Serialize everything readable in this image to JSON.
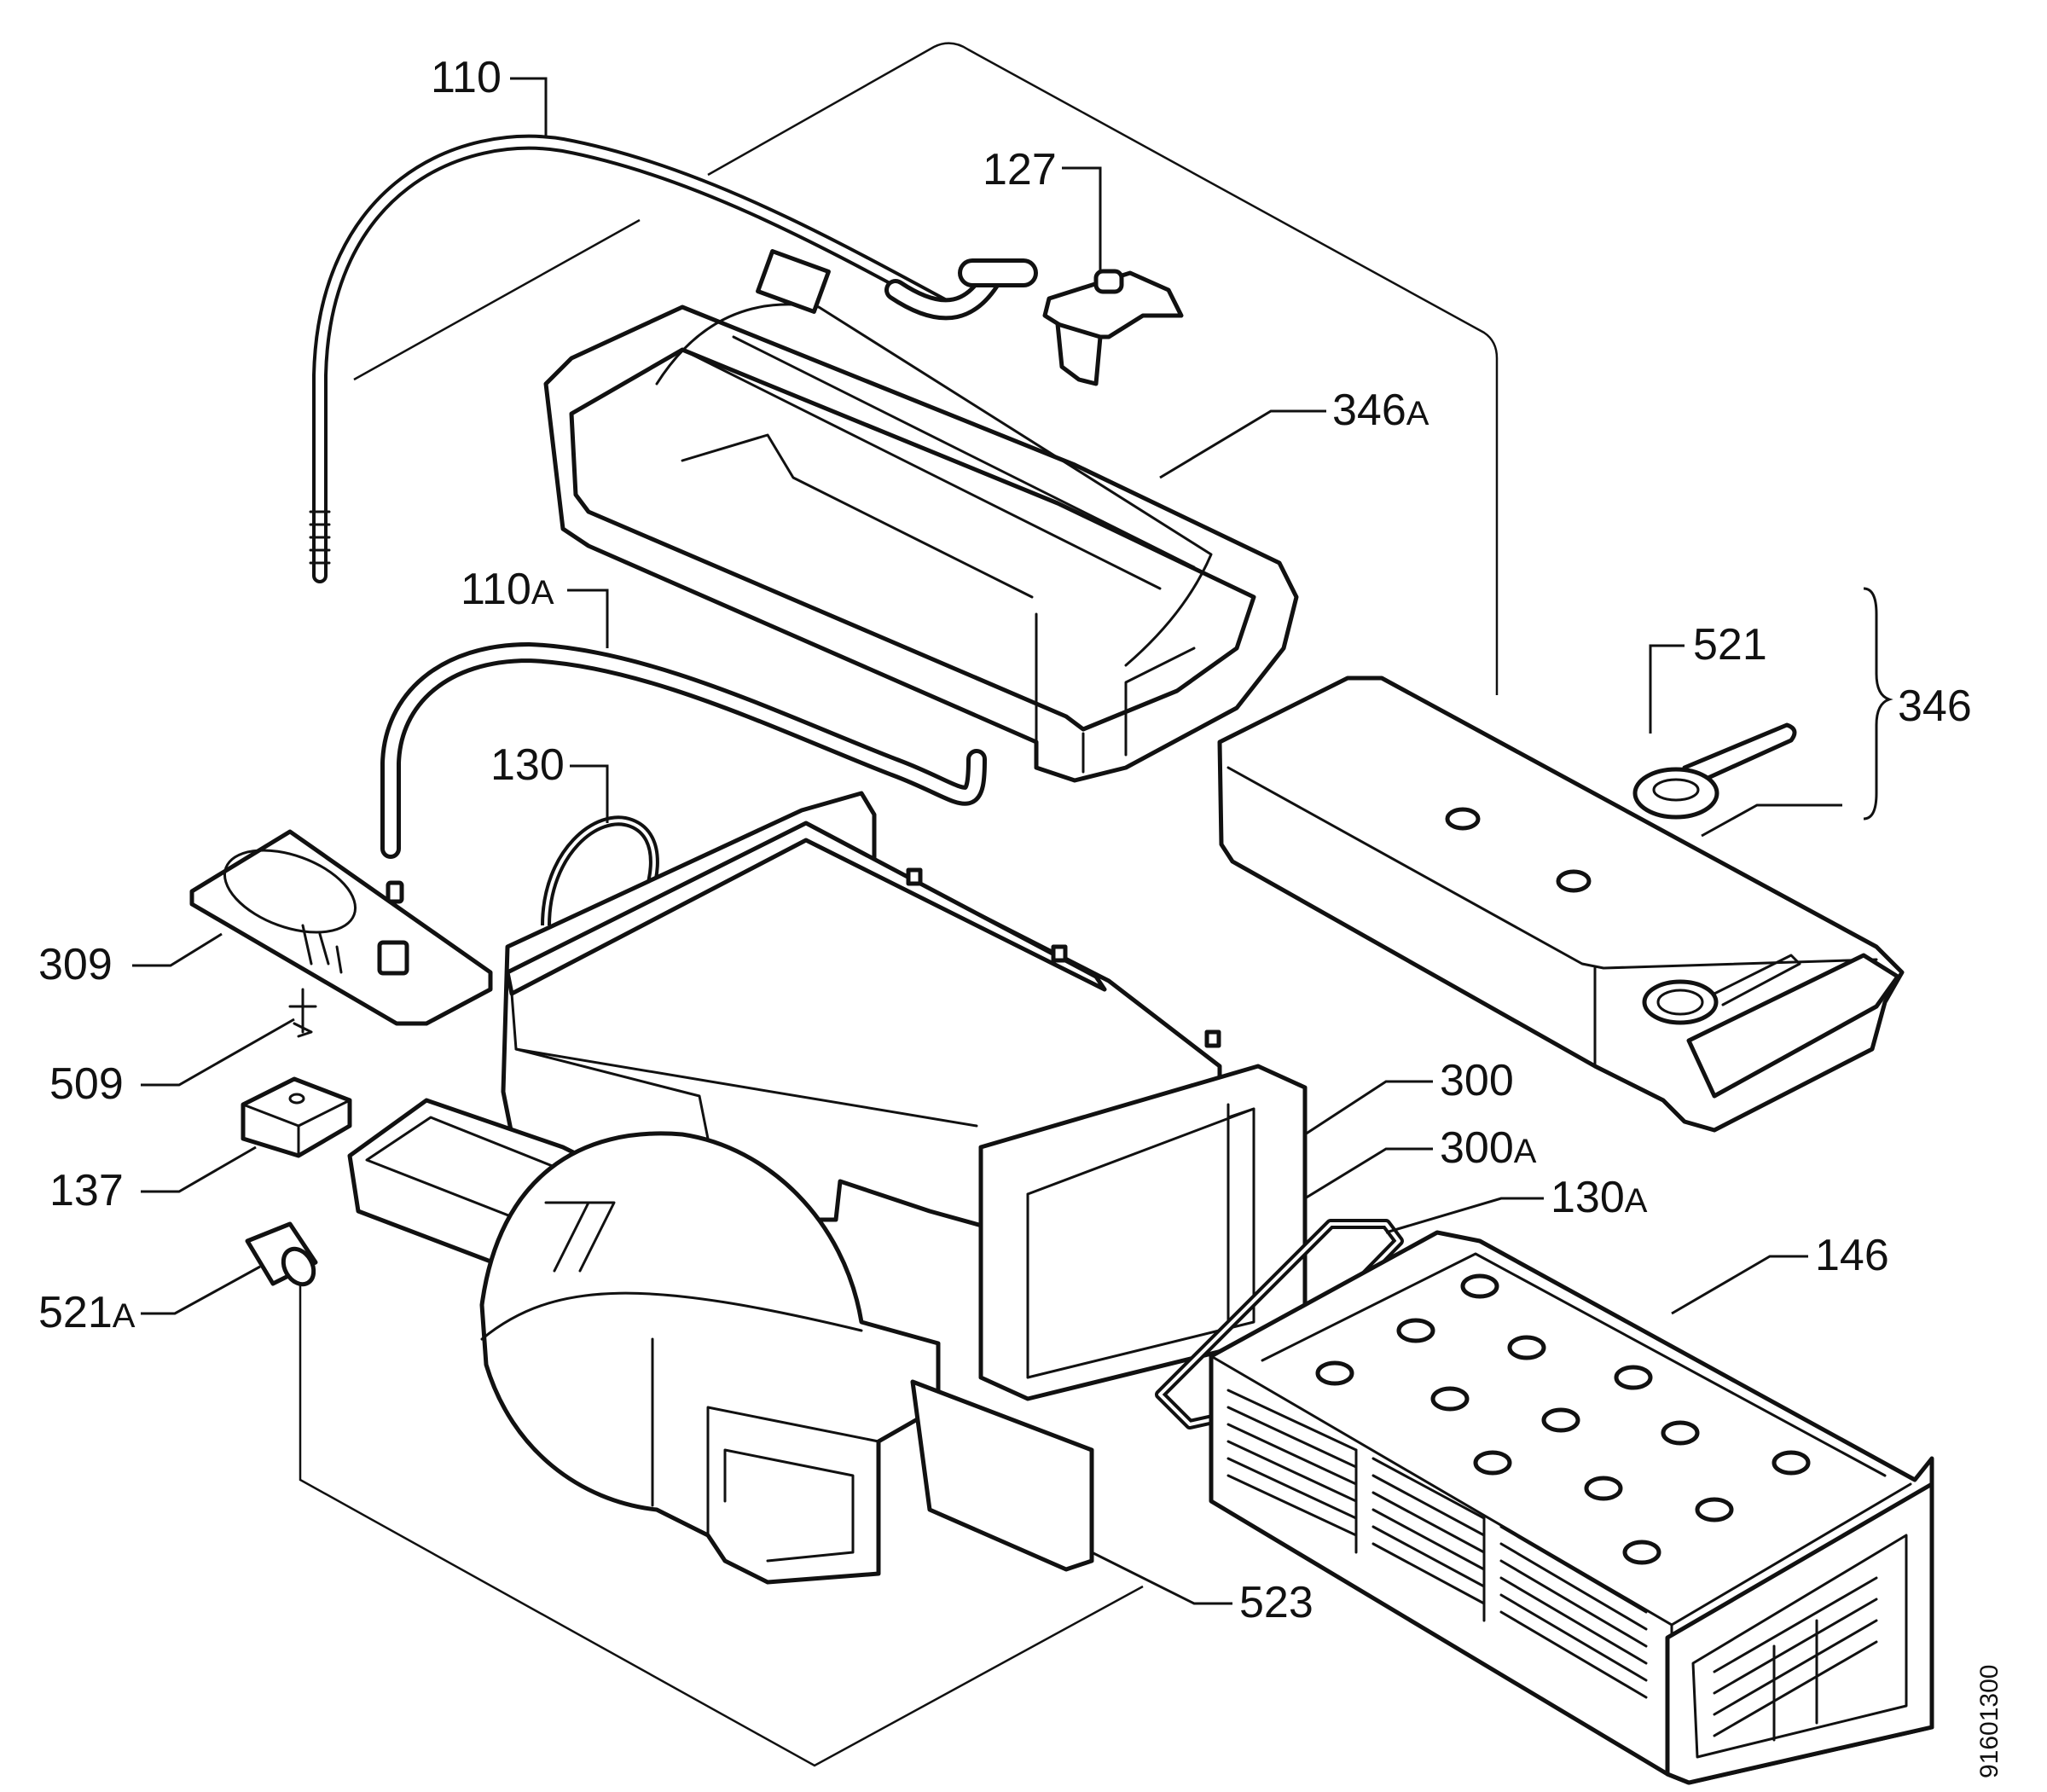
{
  "labels": {
    "p110": "110",
    "p127": "127",
    "p346a_num": "346",
    "p346a_sfx": "A",
    "p110a_num": "110",
    "p110a_sfx": "A",
    "p521": "521",
    "p346": "346",
    "p130": "130",
    "p309": "309",
    "p509": "509",
    "p300": "300",
    "p300a_num": "300",
    "p300a_sfx": "A",
    "p137": "137",
    "p130a_num": "130",
    "p130a_sfx": "A",
    "p146": "146",
    "p521a_num": "521",
    "p521a_sfx": "A",
    "p523": "523"
  },
  "document_number": "91601300"
}
